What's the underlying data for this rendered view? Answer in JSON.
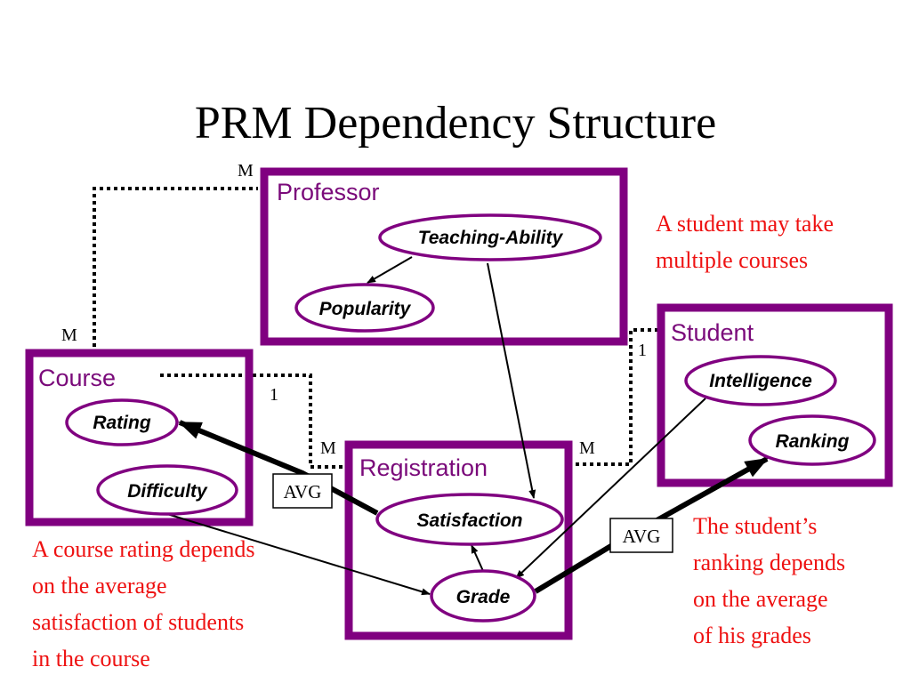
{
  "title": "PRM Dependency Structure",
  "classes": {
    "professor": {
      "label": "Professor",
      "attributes": {
        "teaching_ability": "Teaching-Ability",
        "popularity": "Popularity"
      }
    },
    "student": {
      "label": "Student",
      "attributes": {
        "intelligence": "Intelligence",
        "ranking": "Ranking"
      }
    },
    "course": {
      "label": "Course",
      "attributes": {
        "rating": "Rating",
        "difficulty": "Difficulty"
      }
    },
    "registration": {
      "label": "Registration",
      "attributes": {
        "satisfaction": "Satisfaction",
        "grade": "Grade"
      }
    }
  },
  "multiplicities": {
    "professor_side": "M",
    "course_to_professor": "M",
    "course_to_registration": "1",
    "registration_from_course": "M",
    "registration_from_student": "M",
    "student_to_registration": "1"
  },
  "aggregations": {
    "course_rating": "AVG",
    "student_ranking": "AVG"
  },
  "notes": {
    "student_courses": [
      "A student may take",
      "multiple courses"
    ],
    "course_rating": [
      "A course rating depends",
      "on the average",
      "satisfaction of students",
      "in the course"
    ],
    "student_ranking": [
      "The student’s",
      "ranking depends",
      "on the average",
      "of his grades"
    ]
  },
  "colors": {
    "class_border": "#800080",
    "class_label": "#7a0a7a",
    "note_text": "#ee1111",
    "arrows": "#000000"
  }
}
